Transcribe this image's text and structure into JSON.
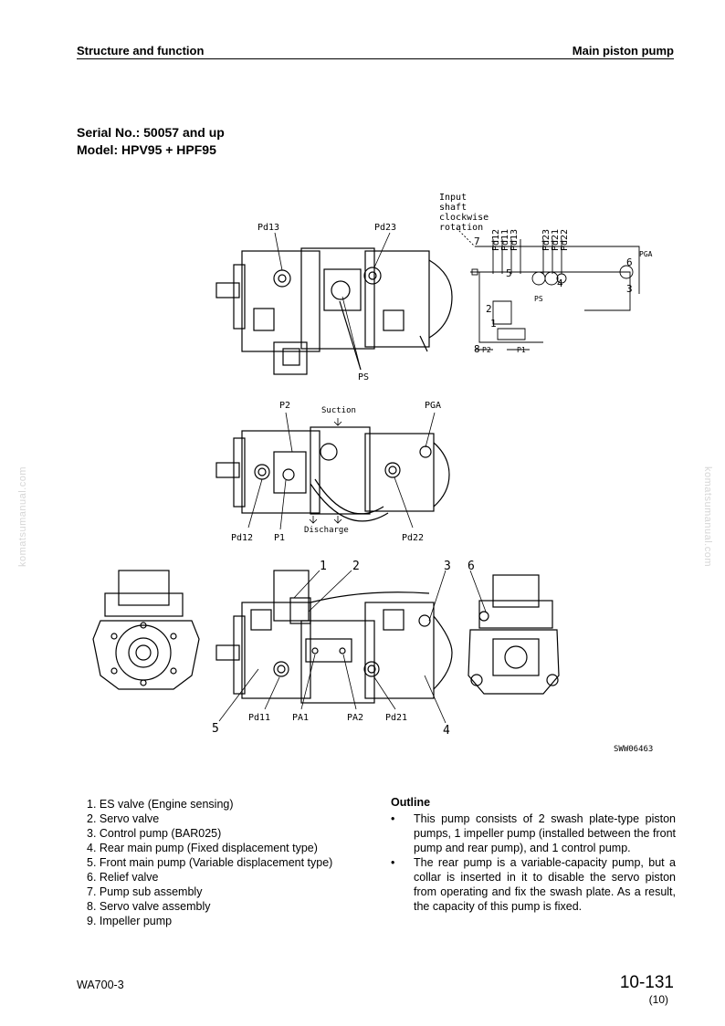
{
  "header": {
    "section": "Structure and function",
    "title": "Main piston pump"
  },
  "serial": {
    "serial_line": "Serial No.: 50057 and up",
    "model_line": "Model: HPV95 + HPF95"
  },
  "watermark": "komatsumanual.com",
  "figure": {
    "code": "SWW06463",
    "schematic": {
      "note_line1": "Input",
      "note_line2": "shaft",
      "note_line3": "clockwise",
      "note_line4": "rotation",
      "ports": [
        "Pd12",
        "Pd11",
        "Pd13",
        "Pd23",
        "Pd21",
        "Pd22"
      ],
      "pga": "PGA",
      "ps": "PS",
      "p2": "P2",
      "p1": "P1",
      "n1": "1",
      "n2": "2",
      "n3": "3",
      "n4": "4",
      "n5": "5",
      "n6": "6",
      "n7": "7",
      "n8": "8"
    },
    "top_view": {
      "pd13": "Pd13",
      "pd23": "Pd23",
      "ps": "PS"
    },
    "middle_view": {
      "p2": "P2",
      "suction": "Suction",
      "pga": "PGA",
      "pd12": "Pd12",
      "p1": "P1",
      "discharge": "Discharge",
      "pd22": "Pd22"
    },
    "bottom_view": {
      "pd11": "Pd11",
      "pa1": "PA1",
      "pa2": "PA2",
      "pd21": "Pd21",
      "n1": "1",
      "n2": "2",
      "n3": "3",
      "n4": "4",
      "n5": "5",
      "n6": "6"
    }
  },
  "legend": [
    "1. ES valve (Engine sensing)",
    "2. Servo valve",
    "3. Control pump (BAR025)",
    "4. Rear main pump (Fixed displacement type)",
    "5. Front main pump (Variable displacement type)",
    "6. Relief valve",
    "7. Pump sub assembly",
    "8. Servo valve assembly",
    "9. Impeller pump"
  ],
  "outline": {
    "heading": "Outline",
    "bullets": [
      "This pump consists of 2 swash plate-type piston pumps, 1 impeller pump (installed between the front pump and rear pump), and 1 control pump.",
      "The rear pump is a variable-capacity pump, but a collar is inserted in it to disable the servo piston from operating and fix the swash plate. As a result, the capacity of this pump is fixed."
    ]
  },
  "footer": {
    "model": "WA700-3",
    "page": "10-131",
    "revision": "(10)"
  }
}
